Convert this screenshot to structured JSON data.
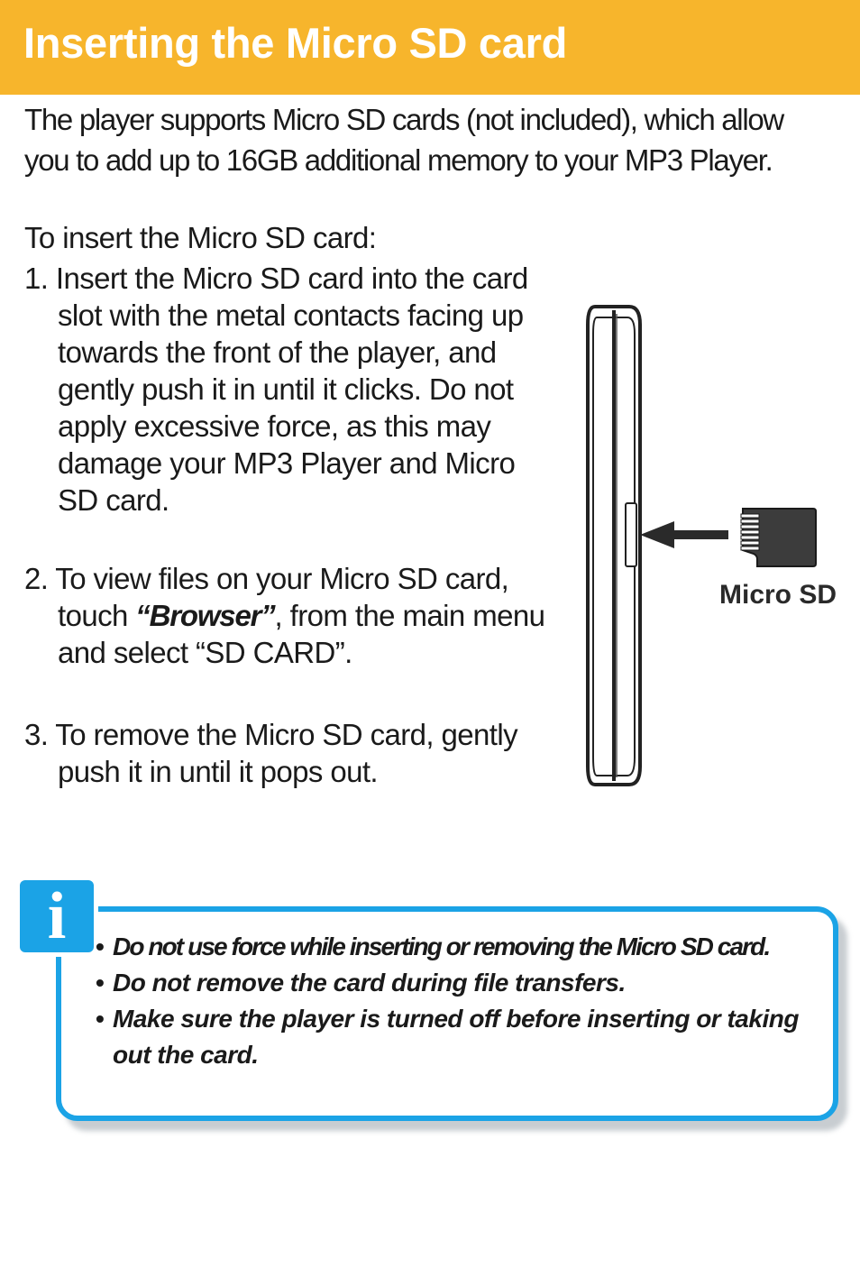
{
  "header": {
    "title": "Inserting the Micro SD card"
  },
  "intro": {
    "line1": "The player supports Micro SD cards (not included), which allow",
    "line2": "you to add up to 16GB additional memory to your MP3 Player."
  },
  "steps": {
    "lead": "To insert the Micro SD card:",
    "step1": {
      "first": "1. Insert the Micro SD card into the card",
      "lines": [
        "slot with the metal contacts facing up",
        "towards the front of the player, and",
        "gently push it in until it clicks. Do not",
        "apply excessive force, as this may",
        "damage your MP3 Player and Micro",
        "SD card."
      ]
    },
    "step2": {
      "first": "2. To view files on your Micro SD card,",
      "touch": "touch ",
      "browser": "“Browser”",
      "rest": ", from the main menu",
      "last": "and select “SD CARD”."
    },
    "step3": {
      "first": "3. To remove the Micro SD card, gently",
      "last": "push it in until it pops out."
    }
  },
  "figure": {
    "label": "Micro SD"
  },
  "info": {
    "icon": "info-icon",
    "icon_glyph": "i",
    "tips": [
      "Do not use force while inserting or removing the Micro SD card.",
      "Do not remove the card during file transfers.",
      "Make sure the player is turned off before inserting or taking out the card."
    ]
  },
  "colors": {
    "header_bg": "#f7b52c",
    "header_text": "#ffffff",
    "accent_blue": "#1ba3e6",
    "body_text": "#1a1a1a",
    "card_body": "#3c3c3c"
  }
}
